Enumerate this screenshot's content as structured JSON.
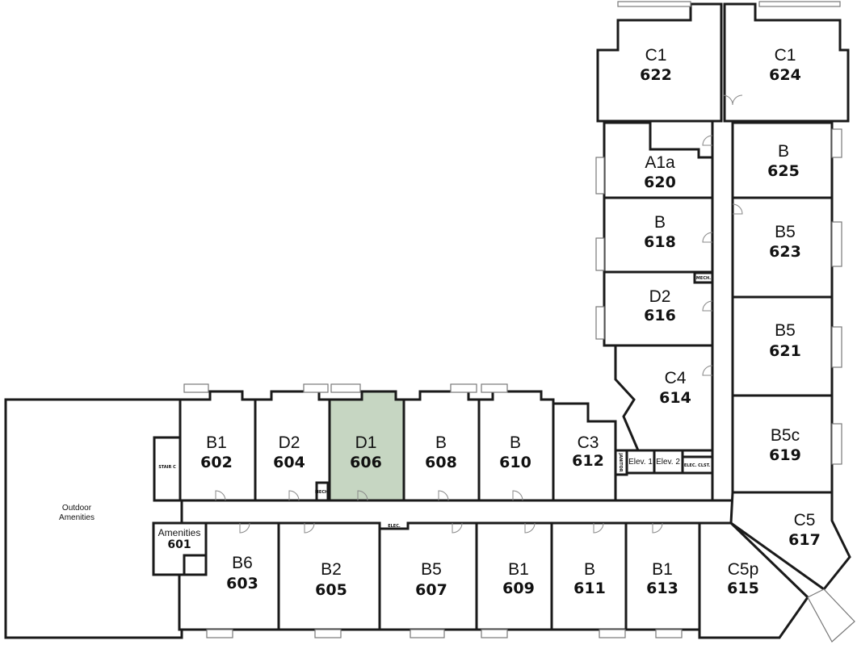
{
  "highlight_color": "#c6d6c2",
  "rooms": [
    {
      "type": "C1",
      "number": "622"
    },
    {
      "type": "C1",
      "number": "624"
    },
    {
      "type": "A1a",
      "number": "620"
    },
    {
      "type": "B",
      "number": "625"
    },
    {
      "type": "B",
      "number": "618"
    },
    {
      "type": "B5",
      "number": "623"
    },
    {
      "type": "D2",
      "number": "616"
    },
    {
      "type": "B5",
      "number": "621"
    },
    {
      "type": "C4",
      "number": "614"
    },
    {
      "type": "B5c",
      "number": "619"
    },
    {
      "type": "C5",
      "number": "617"
    },
    {
      "type": "B1",
      "number": "602"
    },
    {
      "type": "D2",
      "number": "604"
    },
    {
      "type": "D1",
      "number": "606",
      "highlighted": true
    },
    {
      "type": "B",
      "number": "608"
    },
    {
      "type": "B",
      "number": "610"
    },
    {
      "type": "C3",
      "number": "612"
    },
    {
      "type": "B6",
      "number": "603"
    },
    {
      "type": "B2",
      "number": "605"
    },
    {
      "type": "B5",
      "number": "607"
    },
    {
      "type": "B1",
      "number": "609"
    },
    {
      "type": "B",
      "number": "611"
    },
    {
      "type": "B1",
      "number": "613"
    },
    {
      "type": "C5p",
      "number": "615"
    }
  ],
  "amenities": {
    "label": "Amenities",
    "number": "601"
  },
  "outdoor": {
    "line1": "Outdoor",
    "line2": "Amenities"
  },
  "utility": {
    "stair": "STAIR C",
    "mech": "MECH.",
    "elec": "ELEC.",
    "elev1": "Elev. 1",
    "elev2": "Elev. 2",
    "elec_clst": "ELEC. CLST.",
    "janitor": "JANITOR"
  }
}
